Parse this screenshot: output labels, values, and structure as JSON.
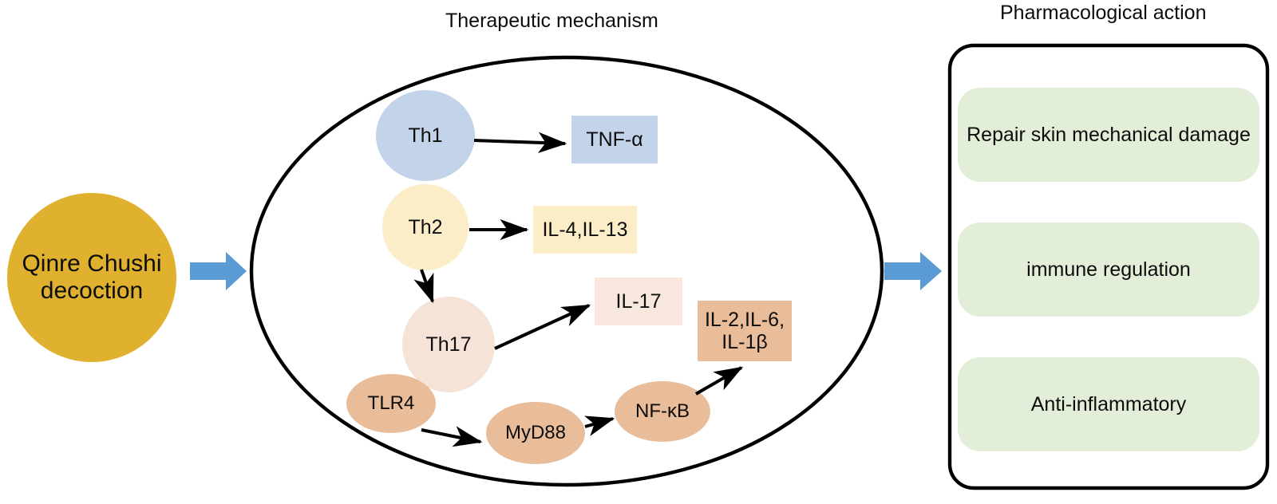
{
  "columns": {
    "center_title": "Therapeutic mechanism",
    "right_title": "Pharmacological action"
  },
  "drug": {
    "name": "Qinre Chushi decoction",
    "line1": "Qinre Chushi",
    "line2": "decoction",
    "color": "#dfb12f"
  },
  "cell": {
    "outline_color": "#000000",
    "fill": "#ffffff"
  },
  "nodes": [
    {
      "id": "th1",
      "label": "Th1",
      "shape": "circle",
      "color": "#c3d3ea"
    },
    {
      "id": "th2",
      "label": "Th2",
      "shape": "circle",
      "color": "#faedc8"
    },
    {
      "id": "th17",
      "label": "Th17",
      "shape": "circle",
      "color": "#f5e3d7"
    },
    {
      "id": "tlr4",
      "label": "TLR4",
      "shape": "ellipse",
      "color": "#e9bd9a"
    },
    {
      "id": "myd88",
      "label": "MyD88",
      "shape": "ellipse",
      "color": "#e9bd9a"
    },
    {
      "id": "nfkb",
      "label": "NF-κB",
      "shape": "ellipse",
      "color": "#e9bd9a"
    }
  ],
  "cytokines": [
    {
      "id": "tnfa",
      "label": "TNF-α",
      "color": "#c3d3ea"
    },
    {
      "id": "il4",
      "label": "IL-4,IL-13",
      "color": "#faedc8"
    },
    {
      "id": "il17",
      "label": "IL-17",
      "color": "#f7e7dc"
    },
    {
      "id": "il2",
      "line1": "IL-2,IL-6,",
      "line2": "IL-1β",
      "label": "IL-2,IL-6, IL-1β",
      "color": "#e9bd9a"
    }
  ],
  "arrows": {
    "flow_color": "#5b9bd5",
    "edge_color": "#000000",
    "edges": [
      {
        "from": "th1",
        "to": "tnfa"
      },
      {
        "from": "th2",
        "to": "il4"
      },
      {
        "from": "th2",
        "to": "th17"
      },
      {
        "from": "th17",
        "to": "il17"
      },
      {
        "from": "tlr4",
        "to": "myd88"
      },
      {
        "from": "myd88",
        "to": "nfkb"
      },
      {
        "from": "nfkb",
        "to": "il2"
      }
    ]
  },
  "pharmacological_actions": {
    "box_border_color": "#000000",
    "item_color": "#e2eed7",
    "items": [
      {
        "id": "repair",
        "label": "Repair skin mechanical damage"
      },
      {
        "id": "immune",
        "label": "immune regulation"
      },
      {
        "id": "antiinf",
        "label": "Anti-inflammatory"
      }
    ]
  }
}
